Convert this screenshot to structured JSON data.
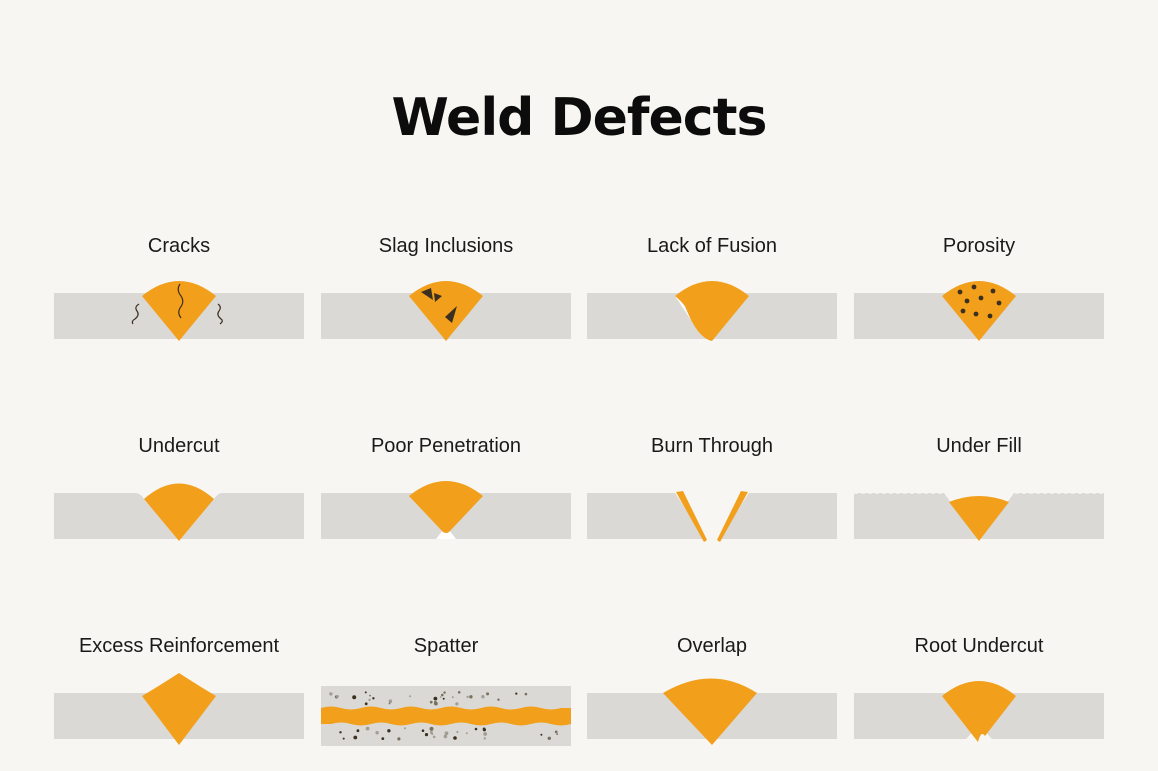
{
  "title": "Weld Defects",
  "colors": {
    "weld": "#f29f1b",
    "plate": "#dbd9d5",
    "background": "#f7f6f2",
    "dark": "#3b3020"
  },
  "defects": [
    {
      "label": "Cracks"
    },
    {
      "label": "Slag Inclusions"
    },
    {
      "label": "Lack of Fusion"
    },
    {
      "label": "Porosity"
    },
    {
      "label": "Undercut"
    },
    {
      "label": "Poor Penetration"
    },
    {
      "label": "Burn Through"
    },
    {
      "label": "Under Fill"
    },
    {
      "label": "Excess Reinforcement"
    },
    {
      "label": "Spatter"
    },
    {
      "label": "Overlap"
    },
    {
      "label": "Root Undercut"
    }
  ]
}
